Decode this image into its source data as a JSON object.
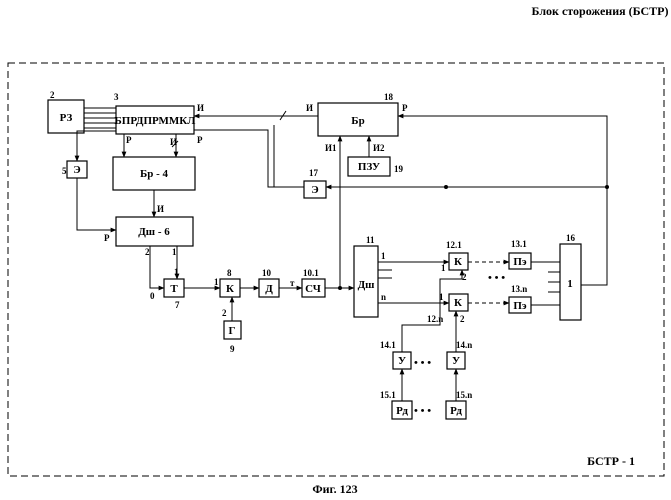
{
  "header_title": "Блок сторожения (БСТР)",
  "caption": "Фиг. 123",
  "frame_label": "БСТР - 1",
  "blocks": {
    "b2": {
      "label": "РЗ",
      "num": "2"
    },
    "b3": {
      "label": "БПРДПРММКЛ",
      "num": "3"
    },
    "b4": {
      "label": "Бр - 4"
    },
    "b5": {
      "label": "Э",
      "num": "5"
    },
    "b6": {
      "label": "Дш - 6"
    },
    "b7": {
      "label": "Т",
      "num": "7"
    },
    "b8": {
      "label": "К",
      "num": "8"
    },
    "b9": {
      "label": "Г",
      "num": "9"
    },
    "b10": {
      "label": "Д",
      "num": "10"
    },
    "b10_1": {
      "label": "СЧ",
      "num": "10.1"
    },
    "b11": {
      "label": "Дш",
      "num": "11"
    },
    "b12_1": {
      "label": "К",
      "num": "12.1"
    },
    "b12_n": {
      "label": "К",
      "num": "12.n"
    },
    "b13_1": {
      "label": "Пэ",
      "num": "13.1"
    },
    "b13_n": {
      "label": "Пэ",
      "num": "13.n"
    },
    "b14_1": {
      "label": "У",
      "num": "14.1"
    },
    "b14_n": {
      "label": "У",
      "num": "14.n"
    },
    "b15_1": {
      "label": "Рд",
      "num": "15.1"
    },
    "b15_n": {
      "label": "Рд",
      "num": "15.n"
    },
    "b16": {
      "label": "1",
      "num": "16"
    },
    "b17": {
      "label": "Э",
      "num": "17"
    },
    "b18": {
      "label": "Бр",
      "num": "18"
    },
    "b19": {
      "label": "ПЗУ",
      "num": "19"
    }
  },
  "pins": {
    "I": "И",
    "R": "Р",
    "I1": "И1",
    "I2": "И2",
    "T": "т",
    "one": "1",
    "two": "2",
    "zero": "0",
    "n": "n"
  },
  "ellipsis": "• • •"
}
